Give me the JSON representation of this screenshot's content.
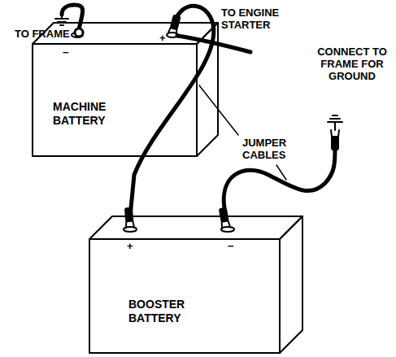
{
  "diagram": {
    "nodes": [
      {
        "text": [
          "MACHINE BATTERY"
        ]
      },
      {
        "text": [
          "BOOSTER BATTERY"
        ]
      }
    ],
    "edges": [
      {
        "from": 0,
        "to": 1,
        "arrow": "none"
      }
    ],
    "labels": [
      "TO FRAME",
      "TO ENGINE STARTER",
      "CONNECT TO FRAME FOR GROUND",
      "JUMPER CABLES",
      "−",
      "+",
      "+",
      "−"
    ]
  }
}
